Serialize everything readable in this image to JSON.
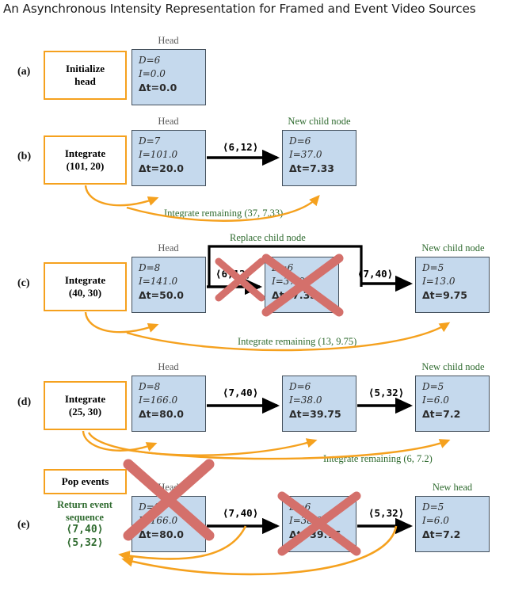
{
  "title": "An Asynchronous Intensity Representation for Framed and Event Video Sources",
  "colors": {
    "node_fill": "#c5d9ed",
    "node_border": "#44505c",
    "action_border": "#f5a11e",
    "arrow_orange": "#f5a11e",
    "green_text": "#2f6b2f",
    "cross_red": "#d4706b",
    "black": "#000000"
  },
  "captions": {
    "head": "Head",
    "new_child_node": "New child node",
    "new_head": "New head",
    "replace_child_node": "Replace child node"
  },
  "rows": [
    {
      "id": "a",
      "label": "(a)",
      "action": "Initialize\nhead",
      "nodes": [
        {
          "caption": "Head",
          "caption_color": "gray",
          "D": "D=6",
          "I": "I=0.0",
          "dt": "Δt=0.0",
          "crossed": false
        }
      ],
      "edges": [],
      "green_note": null
    },
    {
      "id": "b",
      "label": "(b)",
      "action": "Integrate\n(101, 20)",
      "nodes": [
        {
          "caption": "Head",
          "caption_color": "gray",
          "D": "D=7",
          "I": "I=101.0",
          "dt": "Δt=20.0",
          "crossed": false
        },
        {
          "caption": "New child node",
          "caption_color": "green",
          "D": "D=6",
          "I": "I=37.0",
          "dt": "Δt=7.33",
          "crossed": false
        }
      ],
      "edges": [
        {
          "label": "⟨6,12⟩"
        }
      ],
      "green_note": "Integrate remaining (37, 7.33)"
    },
    {
      "id": "c",
      "label": "(c)",
      "action": "Integrate\n(40, 30)",
      "nodes": [
        {
          "caption": "Head",
          "caption_color": "gray",
          "D": "D=8",
          "I": "I=141.0",
          "dt": "Δt=50.0",
          "crossed": false
        },
        {
          "caption": null,
          "caption_color": "gray",
          "D": "D=6",
          "I": "I=37.0",
          "dt": "Δt=7.33",
          "crossed": true
        },
        {
          "caption": "New child node",
          "caption_color": "green",
          "D": "D=5",
          "I": "I=13.0",
          "dt": "Δt=9.75",
          "crossed": false
        }
      ],
      "edges": [
        {
          "label": "⟨6,12⟩",
          "crossed": true
        },
        {
          "label": "⟨7,40⟩",
          "crossed": false
        }
      ],
      "bracket_label": "Replace child node",
      "green_note": "Integrate remaining (13, 9.75)"
    },
    {
      "id": "d",
      "label": "(d)",
      "action": "Integrate\n(25, 30)",
      "nodes": [
        {
          "caption": "Head",
          "caption_color": "gray",
          "D": "D=8",
          "I": "I=166.0",
          "dt": "Δt=80.0",
          "crossed": false
        },
        {
          "caption": null,
          "caption_color": "gray",
          "D": "D=6",
          "I": "I=38.0",
          "dt": "Δt=39.75",
          "crossed": false
        },
        {
          "caption": "New child node",
          "caption_color": "green",
          "D": "D=5",
          "I": "I=6.0",
          "dt": "Δt=7.2",
          "crossed": false
        }
      ],
      "edges": [
        {
          "label": "⟨7,40⟩"
        },
        {
          "label": "⟨5,32⟩"
        }
      ],
      "green_note": "Integrate remaining (6, 7.2)"
    },
    {
      "id": "e",
      "label": "(e)",
      "action": "Pop events",
      "return_label_line1": "Return event",
      "return_label_line2": "sequence",
      "return_sequence": [
        "⟨7,40⟩",
        "⟨5,32⟩"
      ],
      "nodes": [
        {
          "caption": "Head",
          "caption_color": "gray",
          "D": "D=8",
          "I": "I=166.0",
          "dt": "Δt=80.0",
          "crossed": true
        },
        {
          "caption": null,
          "caption_color": "gray",
          "D": "D=6",
          "I": "I=38.0",
          "dt": "Δt=39.75",
          "crossed": true
        },
        {
          "caption": "New head",
          "caption_color": "green",
          "D": "D=5",
          "I": "I=6.0",
          "dt": "Δt=7.2",
          "crossed": false
        }
      ],
      "edges": [
        {
          "label": "⟨7,40⟩"
        },
        {
          "label": "⟨5,32⟩"
        }
      ],
      "green_note": null
    }
  ]
}
